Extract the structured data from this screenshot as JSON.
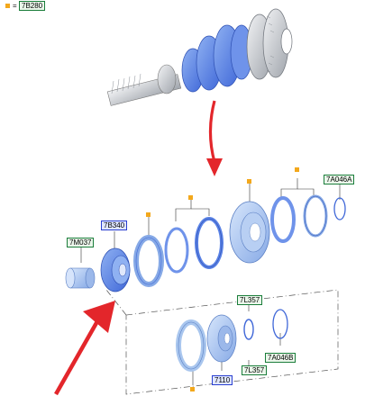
{
  "legend": {
    "symbol": "=",
    "code": "7B280"
  },
  "colors": {
    "part_blue": "#5b83e6",
    "part_light_blue": "#a9c6ee",
    "part_grey": "#c9ccd1",
    "arrow_red": "#e3262b",
    "marker_orange": "#f3a81c",
    "label_green": "#1a7d3a",
    "label_blue": "#2a3fcf"
  },
  "labels": {
    "gear_7b340": "7B340",
    "hub_7m037": "7M037",
    "ring_7a046a": "7A046A",
    "clip_7l357_top": "7L357",
    "clip_7l357_bottom": "7L357",
    "ring_7a046b": "7A046B",
    "gear_7110": "7110"
  },
  "icons": [
    "orange-square-marker-icon",
    "red-pointer-arrow-icon"
  ]
}
